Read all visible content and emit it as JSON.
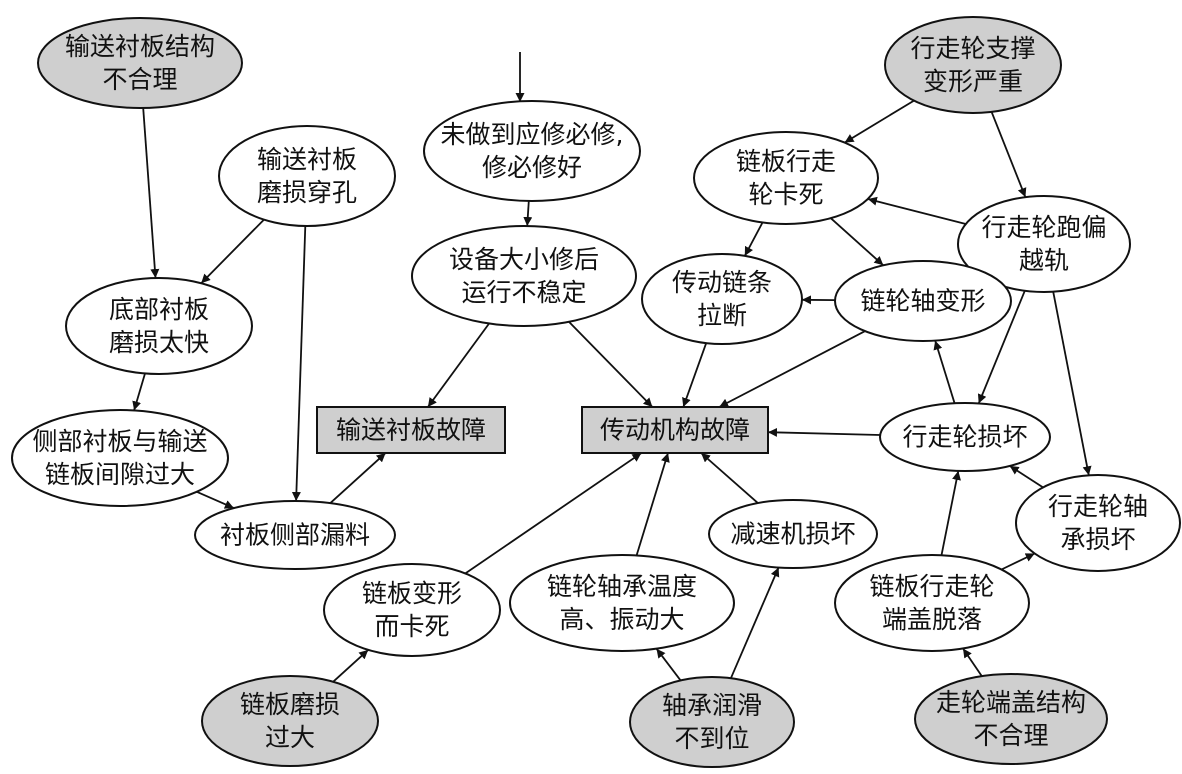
{
  "colors": {
    "root_cause_fill": "#cfcfcf",
    "intermediate_fill": "#ffffff",
    "fault_box_fill": "#cfcfcf",
    "stroke": "#111111"
  },
  "nodes": {
    "n1": {
      "shape": "ellipse-shaded",
      "lines": [
        "输送衬板结构",
        "不合理"
      ]
    },
    "n2": {
      "shape": "ellipse",
      "lines": [
        "输送衬板",
        "磨损穿孔"
      ]
    },
    "n3": {
      "shape": "ellipse",
      "lines": [
        "底部衬板",
        "磨损太快"
      ]
    },
    "n4": {
      "shape": "ellipse",
      "lines": [
        "侧部衬板与输送",
        "链板间隙过大"
      ]
    },
    "n5": {
      "shape": "ellipse",
      "lines": [
        "衬板侧部漏料"
      ]
    },
    "n6": {
      "shape": "ellipse",
      "lines": [
        "未做到应修必修,",
        "修必修好"
      ]
    },
    "n7": {
      "shape": "ellipse",
      "lines": [
        "设备大小修后",
        "运行不稳定"
      ]
    },
    "n8": {
      "shape": "box",
      "lines": [
        "输送衬板故障"
      ]
    },
    "n9": {
      "shape": "box",
      "lines": [
        "传动机构故障"
      ]
    },
    "n10": {
      "shape": "ellipse-shaded",
      "lines": [
        "行走轮支撑",
        "变形严重"
      ]
    },
    "n11": {
      "shape": "ellipse",
      "lines": [
        "链板行走",
        "轮卡死"
      ]
    },
    "n12": {
      "shape": "ellipse",
      "lines": [
        "行走轮跑偏",
        "越轨"
      ]
    },
    "n13": {
      "shape": "ellipse",
      "lines": [
        "传动链条",
        "拉断"
      ]
    },
    "n14": {
      "shape": "ellipse",
      "lines": [
        "链轮轴变形"
      ]
    },
    "n15": {
      "shape": "ellipse",
      "lines": [
        "行走轮损坏"
      ]
    },
    "n16": {
      "shape": "ellipse",
      "lines": [
        "行走轮轴",
        "承损坏"
      ]
    },
    "n17": {
      "shape": "ellipse",
      "lines": [
        "减速机损坏"
      ]
    },
    "n18": {
      "shape": "ellipse",
      "lines": [
        "链轮轴承温度",
        "高、振动大"
      ]
    },
    "n19": {
      "shape": "ellipse",
      "lines": [
        "链板变形",
        "而卡死"
      ]
    },
    "n20": {
      "shape": "ellipse-shaded",
      "lines": [
        "链板磨损",
        "过大"
      ]
    },
    "n21": {
      "shape": "ellipse-shaded",
      "lines": [
        "轴承润滑",
        "不到位"
      ]
    },
    "n22": {
      "shape": "ellipse",
      "lines": [
        "链板行走轮",
        "端盖脱落"
      ]
    },
    "n23": {
      "shape": "ellipse-shaded",
      "lines": [
        "走轮端盖结构",
        "不合理"
      ]
    }
  },
  "edges": [
    {
      "from": "n1",
      "to": "n3"
    },
    {
      "from": "n2",
      "to": "n3"
    },
    {
      "from": "n2",
      "to": "n5"
    },
    {
      "from": "n3",
      "to": "n4"
    },
    {
      "from": "n4",
      "to": "n5"
    },
    {
      "from": "n5",
      "to": "n8"
    },
    {
      "from": "n6",
      "to": "n7"
    },
    {
      "from": "n7",
      "to": "n8"
    },
    {
      "from": "n7",
      "to": "n9"
    },
    {
      "from": "n10",
      "to": "n11"
    },
    {
      "from": "n10",
      "to": "n12"
    },
    {
      "from": "n12",
      "to": "n11"
    },
    {
      "from": "n11",
      "to": "n13"
    },
    {
      "from": "n11",
      "to": "n14"
    },
    {
      "from": "n14",
      "to": "n13"
    },
    {
      "from": "n13",
      "to": "n9"
    },
    {
      "from": "n14",
      "to": "n9"
    },
    {
      "from": "n12",
      "to": "n15"
    },
    {
      "from": "n12",
      "to": "n16"
    },
    {
      "from": "n15",
      "to": "n14"
    },
    {
      "from": "n15",
      "to": "n9"
    },
    {
      "from": "n16",
      "to": "n15"
    },
    {
      "from": "n17",
      "to": "n9"
    },
    {
      "from": "n18",
      "to": "n9"
    },
    {
      "from": "n19",
      "to": "n9"
    },
    {
      "from": "n20",
      "to": "n19"
    },
    {
      "from": "n21",
      "to": "n18"
    },
    {
      "from": "n21",
      "to": "n17"
    },
    {
      "from": "n22",
      "to": "n15"
    },
    {
      "from": "n22",
      "to": "n16"
    },
    {
      "from": "n23",
      "to": "n22"
    }
  ]
}
